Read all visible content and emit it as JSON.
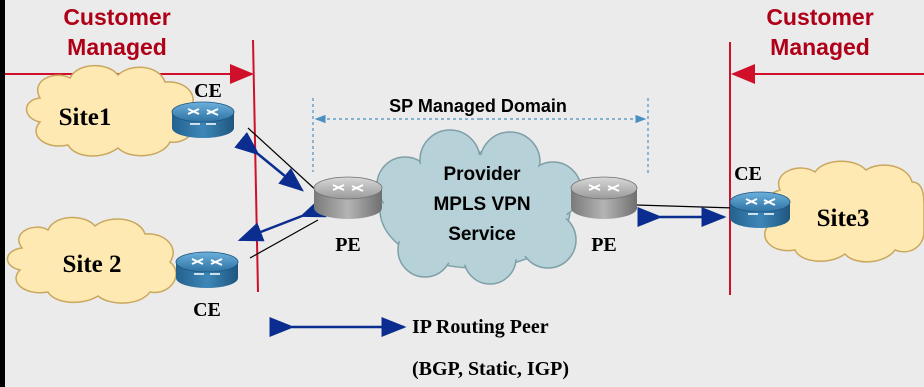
{
  "left_managed": {
    "line1": "Customer",
    "line2": "Managed"
  },
  "right_managed": {
    "line1": "Customer",
    "line2": "Managed"
  },
  "domain_label": "SP Managed Domain",
  "provider_cloud": {
    "line1": "Provider",
    "line2": "MPLS VPN",
    "line3": "Service"
  },
  "sites": {
    "site1": "Site1",
    "site2": "Site 2",
    "site3": "Site3"
  },
  "routers": {
    "ce_site1": "CE",
    "ce_site2": "CE",
    "ce_site3": "CE",
    "pe_left": "PE",
    "pe_right": "PE"
  },
  "legend": {
    "line1": "IP Routing Peer",
    "line2": "(BGP, Static, IGP)"
  },
  "colors": {
    "managed_text": "#b00018",
    "boundary_line": "#d0102a",
    "site_cloud_fill": "#ffe9b2",
    "site_cloud_stroke": "#c9a75e",
    "provider_cloud_fill": "#b6d1d8",
    "provider_cloud_stroke": "#7f9fa8",
    "ce_router": "#3d87b8",
    "pe_router": "#a0a0a0",
    "peer_arrow": "#0b2d8f",
    "domain_line": "#4a8fc1"
  }
}
